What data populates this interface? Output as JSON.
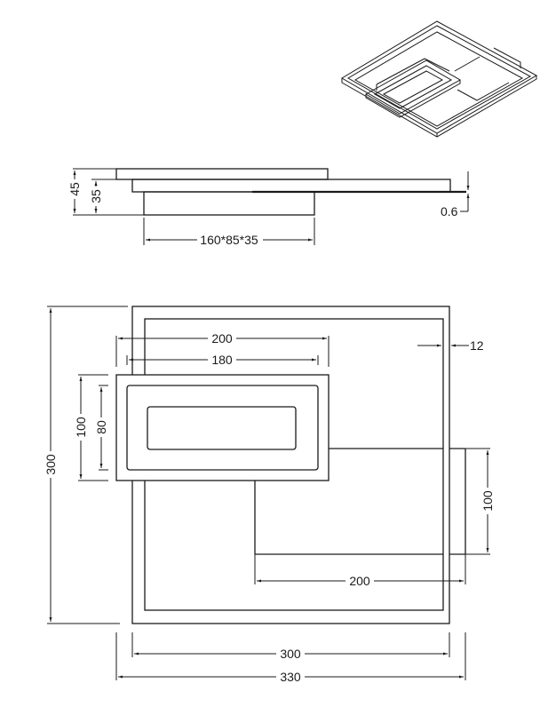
{
  "drawing": {
    "stroke_color": "#1a1a1a",
    "background": "#ffffff",
    "views": [
      "isometric-view",
      "side-view",
      "top-view"
    ]
  },
  "side_view": {
    "dims": {
      "total_height": "45",
      "body_height": "35",
      "driver_box": "160*85*35",
      "gap": "0.6"
    }
  },
  "top_view": {
    "dims": {
      "overall_height": "300",
      "inner_panel_width": "200",
      "inner_panel_inner_width": "180",
      "inner_panel_height": "100",
      "inner_panel_inner_height": "80",
      "frame_thickness": "12",
      "right_panel_height": "100",
      "right_panel_width": "200",
      "frame_width": "300",
      "overall_width": "330"
    }
  }
}
